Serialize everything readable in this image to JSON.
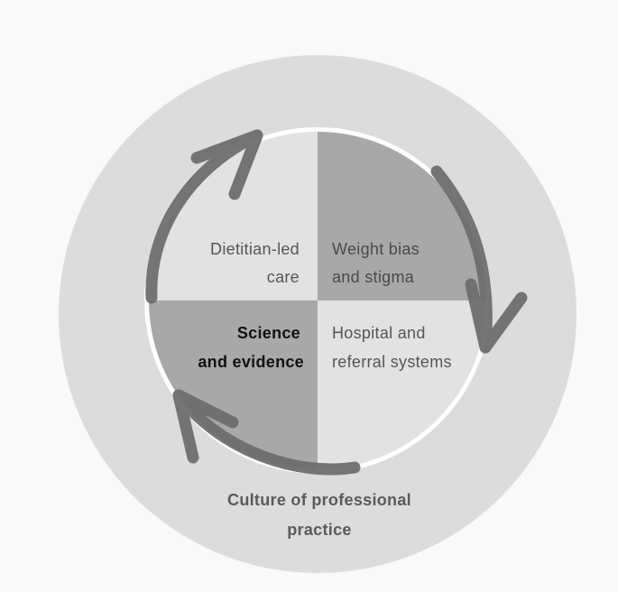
{
  "diagram": {
    "outer_ring": {
      "label_line1": "Culture of professional",
      "label_line2": "practice",
      "color": "#dcdcdc"
    },
    "quadrants": {
      "top_left": {
        "line1": "Dietitian-led",
        "line2": "care",
        "color": "#e2e2e2",
        "text_color": "#555555"
      },
      "top_right": {
        "line1": "Weight bias",
        "line2": "and stigma",
        "color": "#a8a8a8",
        "text_color": "#4a4a4a"
      },
      "bottom_left": {
        "line1": "Science",
        "line2": "and evidence",
        "color": "#a8a8a8",
        "text_color": "#111111"
      },
      "bottom_right": {
        "line1": "Hospital  and",
        "line2": "referral systems",
        "color": "#e2e2e2",
        "text_color": "#555555"
      }
    },
    "arrows": {
      "color": "#6e6e6e",
      "direction": "clockwise"
    },
    "inner_border_color": "#ffffff",
    "background_color": "#f9f9f9"
  }
}
